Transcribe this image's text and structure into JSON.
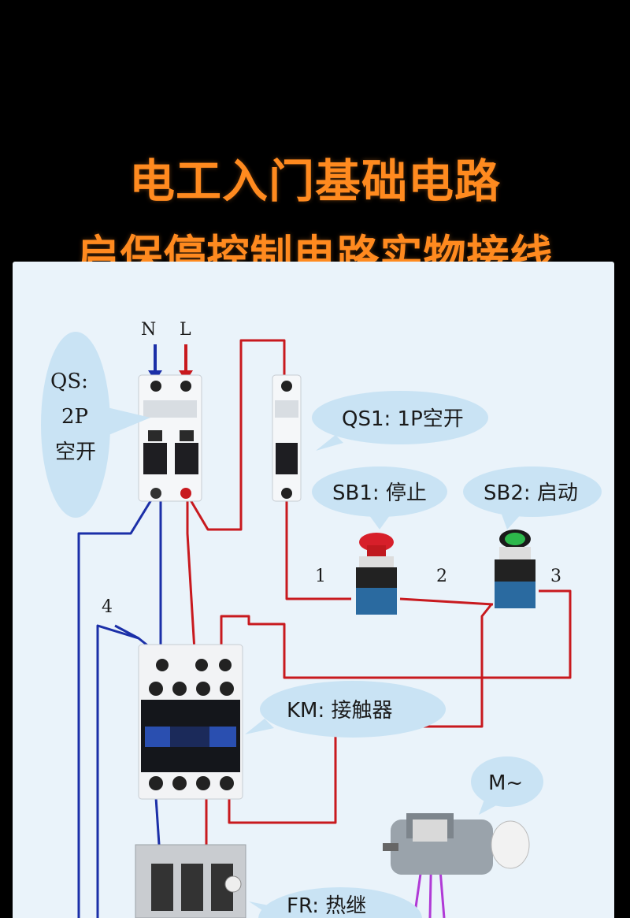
{
  "title": {
    "line1": "电工入门基础电路",
    "line2": "启保停控制电路实物接线"
  },
  "labels": {
    "n": "N",
    "l": "L",
    "node1": "1",
    "node2": "2",
    "node3": "3",
    "node4": "4"
  },
  "callouts": {
    "qs_line1": "QS:",
    "qs_line2": "2P",
    "qs_line3": "空开",
    "qs1": "QS1: 1P空开",
    "sb1": "SB1: 停止",
    "sb2": "SB2: 启动",
    "km": "KM: 接触器",
    "motor": "M~",
    "fr": "FR: 热继"
  },
  "colors": {
    "wire_red": "#c8191e",
    "wire_blue": "#1b2fa8",
    "wire_purple": "#b03ad6",
    "bubble": "#c9e3f4",
    "title": "#ff8a1f"
  }
}
